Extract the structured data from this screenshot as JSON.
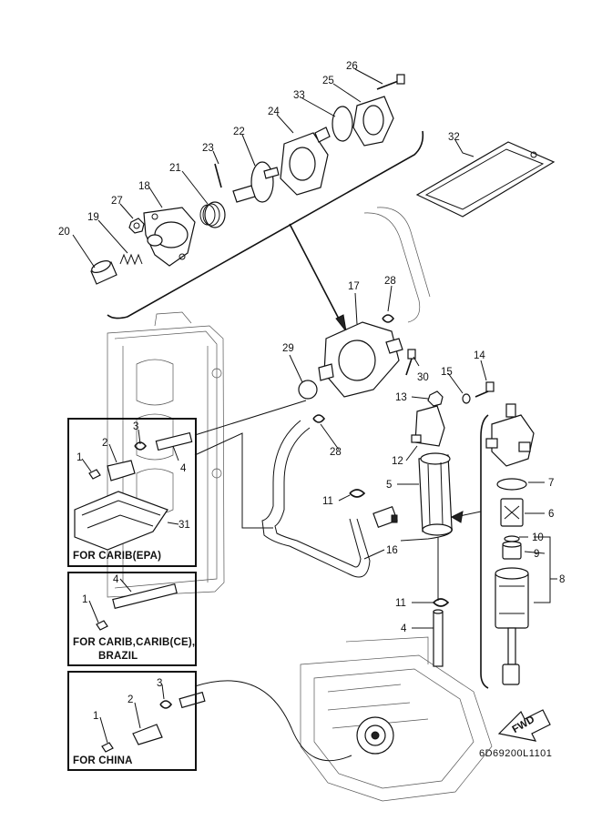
{
  "callouts": [
    "1",
    "2",
    "3",
    "4",
    "5",
    "6",
    "7",
    "8",
    "9",
    "10",
    "11",
    "12",
    "13",
    "14",
    "15",
    "16",
    "17",
    "18",
    "19",
    "20",
    "21",
    "22",
    "23",
    "24",
    "25",
    "26",
    "27",
    "28",
    "29",
    "30",
    "31",
    "32",
    "33"
  ],
  "insets": {
    "carib_epa": "FOR CARIB(EPA)",
    "carib_brazil_line1": "FOR CARIB,CARIB(CE),",
    "carib_brazil_line2": "BRAZIL",
    "china": "FOR CHINA"
  },
  "fwd_label": "FWD",
  "drawing_code": "6D69200L1101"
}
